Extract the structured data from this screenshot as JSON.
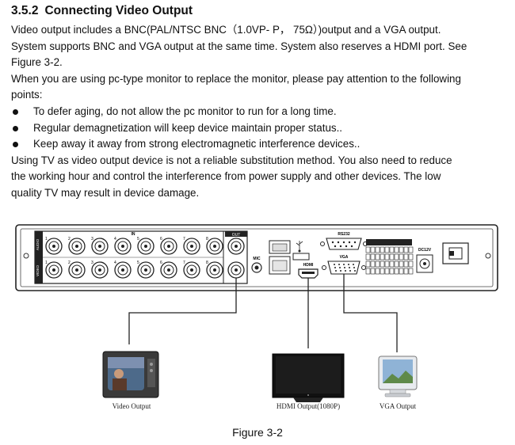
{
  "section": {
    "number": "3.5.2",
    "title": "Connecting Video Output"
  },
  "paragraphs": {
    "intro_1": "Video output includes a BNC(PAL/NTSC   BNC（1.0VP- P， 75Ω）)output and a VGA output.",
    "intro_2": "System supports BNC and VGA output at the same time. System also reserves a HDMI port. See",
    "intro_3": "Figure 3-2.",
    "monitor_1": "When you are using pc-type monitor to replace the monitor, please pay attention to the following",
    "monitor_2": "points:",
    "tv_1": "Using TV as video output device is not a reliable substitution method. You also need to reduce",
    "tv_2": "the working hour and control the interference from power supply and other devices. The low",
    "tv_3": "quality TV may result in device damage."
  },
  "bullets": [
    "To defer aging, do not allow the pc monitor to run for a long time.",
    "Regular demagnetization will keep device maintain proper status..",
    "Keep away it away from strong electromagnetic interference devices.."
  ],
  "panel_labels": {
    "in": "IN",
    "out": "OUT",
    "audio": "AUDIO",
    "video": "VIDEO",
    "mic": "MIC",
    "hdmi": "HDMI",
    "vga": "VGA",
    "rs232": "RS232",
    "dc12v": "DC12V",
    "channels": [
      "1",
      "2",
      "3",
      "4",
      "5",
      "6",
      "7",
      "8"
    ]
  },
  "devices": {
    "video_output": "Video Output",
    "hdmi_output": "HDMI Output(1080P)",
    "vga_output": "VGA Output"
  },
  "figure_caption": "Figure 3-2"
}
